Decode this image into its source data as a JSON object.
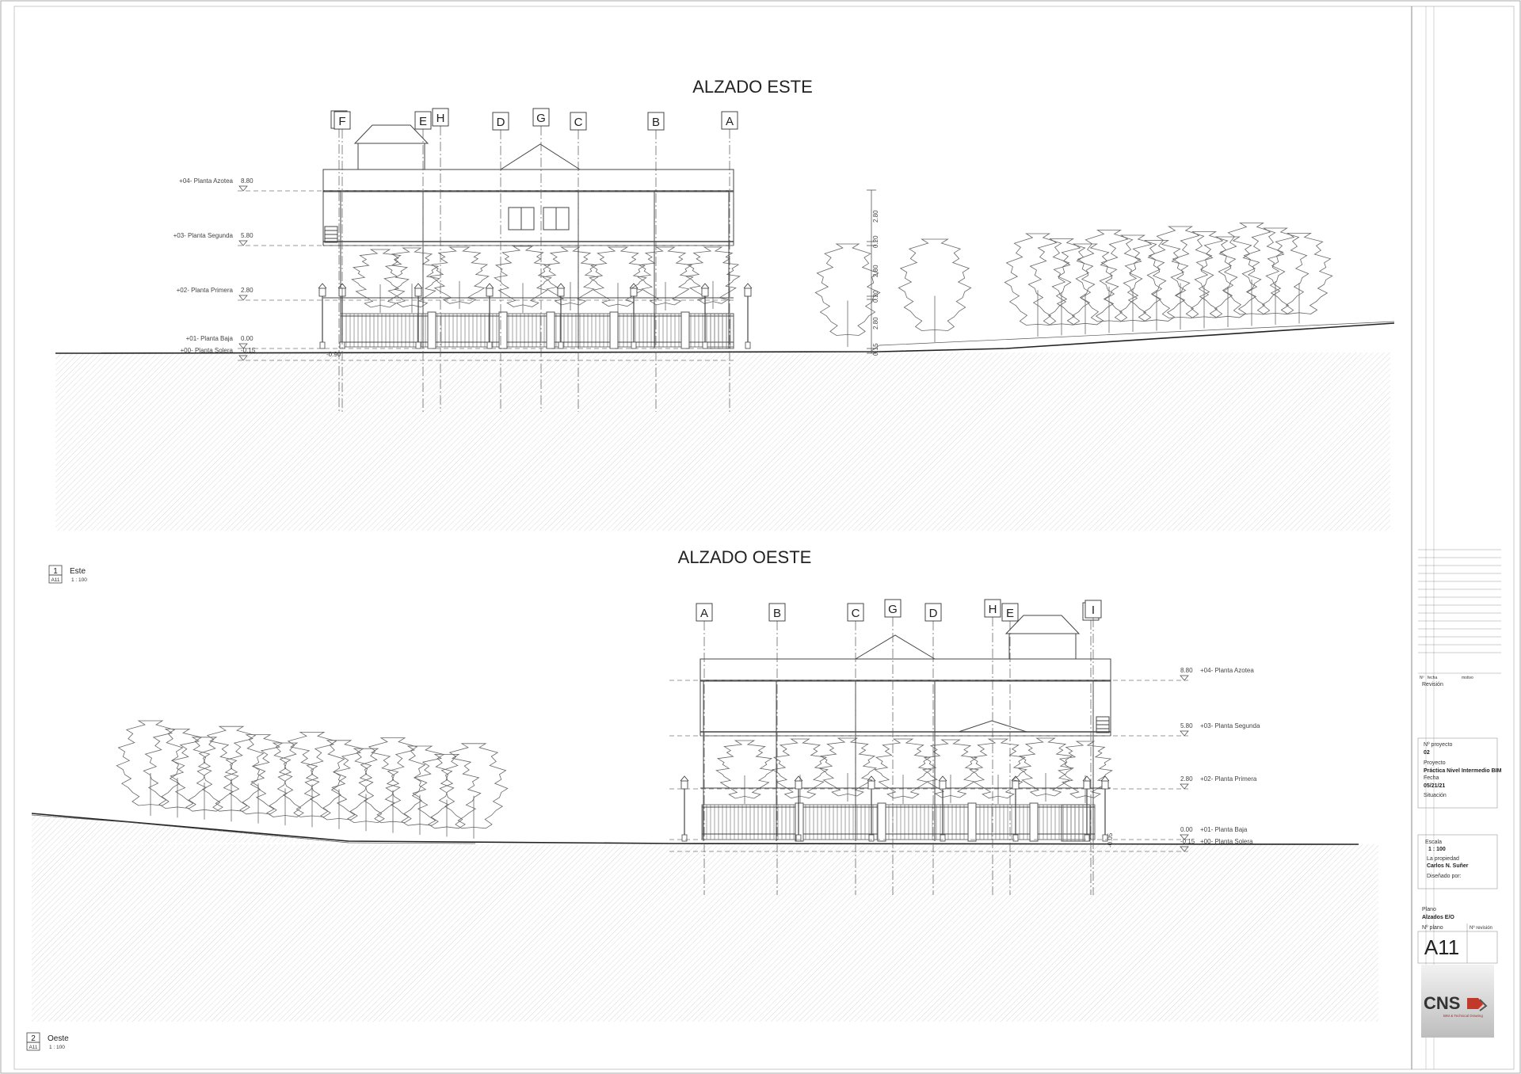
{
  "sheet": {
    "logo_text": "CNS",
    "logo_subtitle": "BIM & Technical Drawing",
    "revision_header": {
      "n": "Nº",
      "fecha": "fecha",
      "motivo": "motivo"
    },
    "revision_label": "Revisión",
    "project_number_label": "Nº proyecto",
    "project_number": "02",
    "project_label": "Proyecto",
    "project_name": "Práctica Nivel Intermedio BIM",
    "date_label": "Fecha",
    "date": "05/21/21",
    "situation_label": "Situación",
    "scale_label": "Escala",
    "scale": "1 : 100",
    "owner_label": "La propiedad",
    "owner": "Carlos N. Suñer",
    "designer_label": "Diseñado por:",
    "plan_label": "Plano",
    "plan_name": "Alzados E/O",
    "plan_number_label": "Nº plano",
    "revision_number_label": "Nº revisión",
    "sheet_number": "A11"
  },
  "views": [
    {
      "title": "ALZADO ESTE",
      "tag_number": "1",
      "tag_name": "Este",
      "tag_sheet": "A11",
      "tag_scale": "1 : 100",
      "grid_labels": [
        "I",
        "F",
        "E",
        "H",
        "D",
        "G",
        "C",
        "B",
        "A"
      ],
      "levels": [
        {
          "name": "+04- Planta Azotea",
          "elev": "8.80"
        },
        {
          "name": "+03- Planta Segunda",
          "elev": "5.80"
        },
        {
          "name": "+02- Planta Primera",
          "elev": "2.80"
        },
        {
          "name": "+01- Planta Baja",
          "elev": "0.00"
        },
        {
          "name": "+00- Planta Solera",
          "elev": "-0.15"
        }
      ],
      "dimensions": [
        "2.80",
        "0.20",
        "2.80",
        "0.20",
        "2.80",
        "0.15"
      ],
      "small_dim": "-0.90"
    },
    {
      "title": "ALZADO OESTE",
      "tag_number": "2",
      "tag_name": "Oeste",
      "tag_sheet": "A11",
      "tag_scale": "1 : 100",
      "grid_labels": [
        "A",
        "B",
        "C",
        "G",
        "D",
        "H",
        "E",
        "F",
        "I"
      ],
      "levels": [
        {
          "name": "+04- Planta Azotea",
          "elev": "8.80"
        },
        {
          "name": "+03- Planta Segunda",
          "elev": "5.80"
        },
        {
          "name": "+02- Planta Primera",
          "elev": "2.80"
        },
        {
          "name": "+01- Planta Baja",
          "elev": "0.00"
        },
        {
          "name": "+00- Planta Solera",
          "elev": "-0.15"
        }
      ],
      "small_dim": "-0.05"
    }
  ]
}
